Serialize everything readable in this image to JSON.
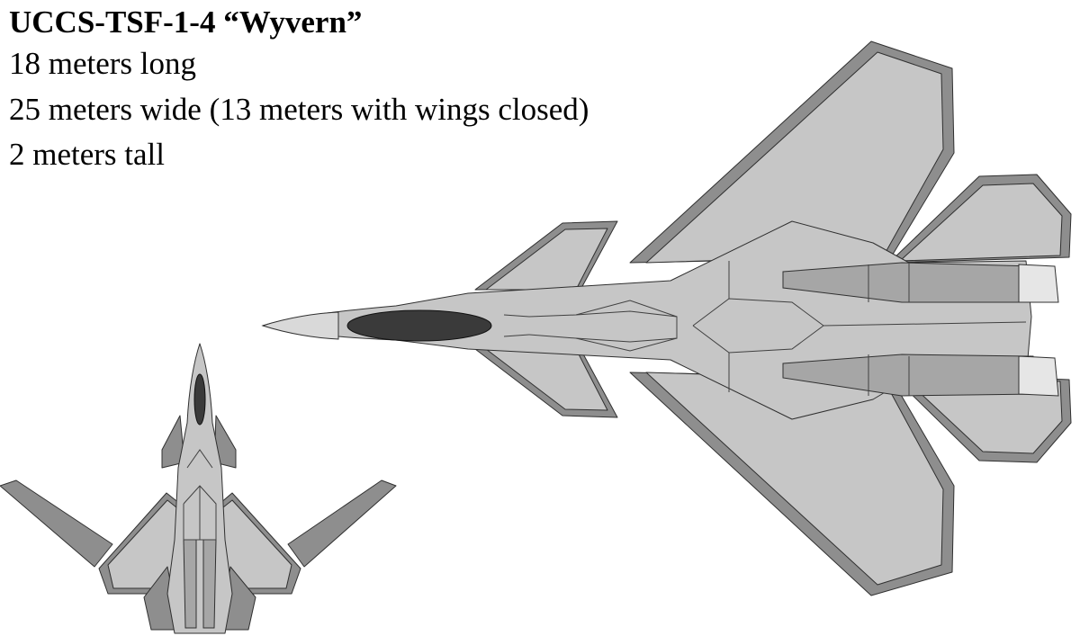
{
  "header": {
    "title": "UCCS-TSF-1-4 “Wyvern”",
    "length": "18 meters long",
    "width": "25 meters wide (13 meters with wings closed)",
    "height": "2 meters tall"
  },
  "views": [
    {
      "name": "top-view-wings-open",
      "orientation": "nose-left"
    },
    {
      "name": "top-view-wings-swept",
      "orientation": "nose-up"
    }
  ],
  "colors": {
    "body": "#c6c6c6",
    "edge": "#8e8e8e",
    "canopy": "#3a3a3a",
    "outline": "#303030"
  }
}
